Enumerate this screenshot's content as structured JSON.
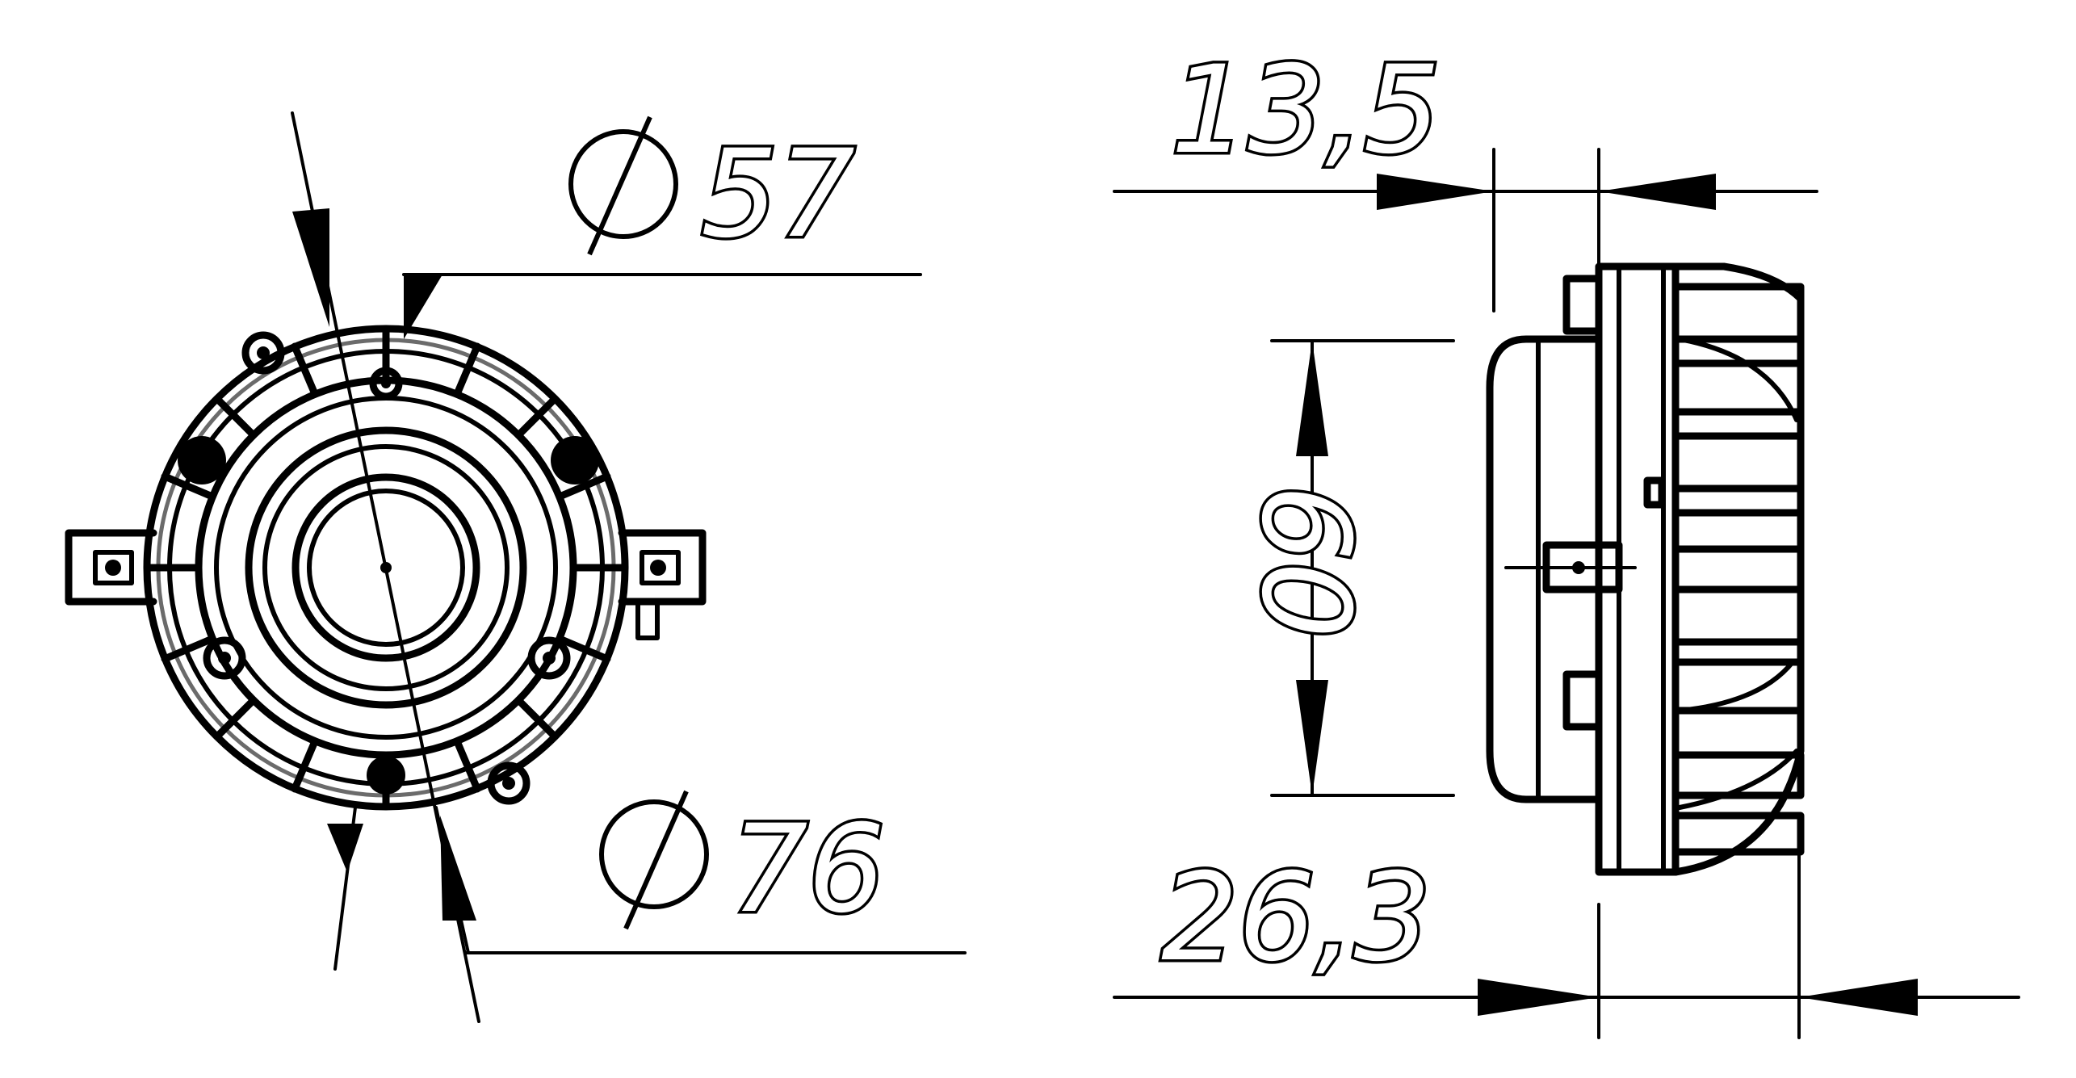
{
  "dimensions": {
    "diameter_inner": "57",
    "diameter_outer": "76",
    "height": "60",
    "depth_front": "13,5",
    "depth_total": "26,3"
  },
  "symbols": {
    "diameter": "diameter-symbol"
  }
}
